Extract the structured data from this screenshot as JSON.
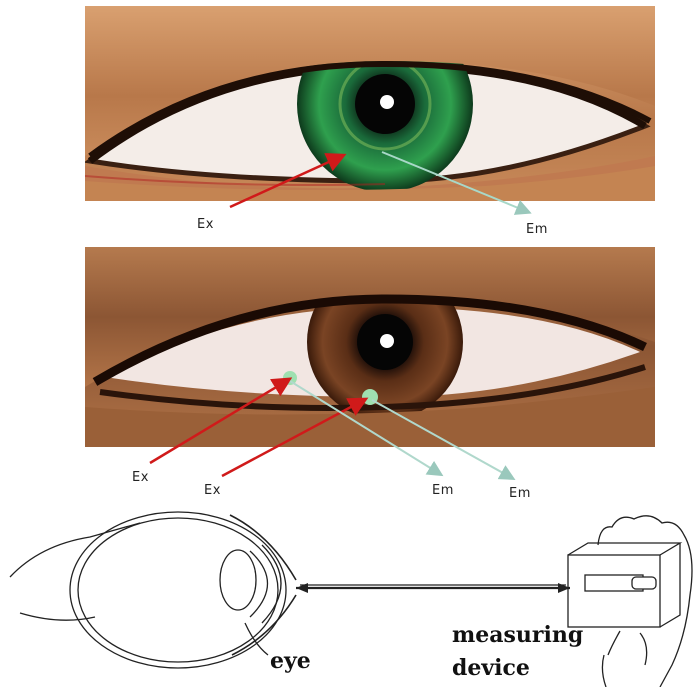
{
  "panels": {
    "top": {
      "labels": {
        "excitation": "Ex",
        "emission": "Em"
      },
      "colors": {
        "iris": "#2f9a4e",
        "iris_dark": "#0f4a22",
        "skin": "#c98a56",
        "beam_ex": "#d01a1a",
        "beam_em": "#a8d8c8"
      }
    },
    "middle": {
      "labels": {
        "excitation_1": "Ex",
        "excitation_2": "Ex",
        "emission_1": "Em",
        "emission_2": "Em"
      },
      "colors": {
        "iris": "#6b3a1e",
        "iris_dark": "#2a140a",
        "skin": "#b87848",
        "spot": "#9fe0b0",
        "beam_ex": "#d01a1a",
        "beam_em": "#b0d8cc"
      }
    }
  },
  "diagram": {
    "eye_label": "eye",
    "device_label_line1": "measuring",
    "device_label_line2": "device"
  }
}
